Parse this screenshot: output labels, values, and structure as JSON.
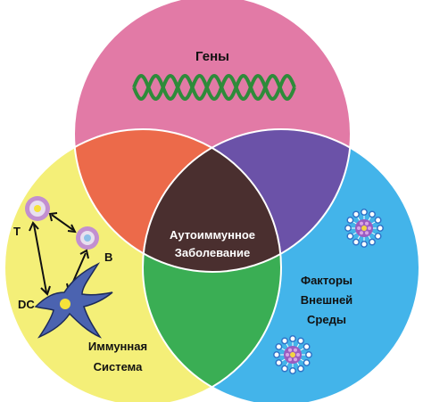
{
  "labels": {
    "genes": "Гены",
    "autoimmune_line1": "Аутоиммунное",
    "autoimmune_line2": "Заболевание",
    "factors_line1": "Факторы",
    "factors_line2": "Внешней",
    "factors_line3": "Среды",
    "immune_line1": "Иммунная",
    "immune_line2": "Система",
    "cell_t": "T",
    "cell_b": "B",
    "cell_dc": "DC"
  },
  "colors": {
    "genes_circle": "#e27aa6",
    "immune_circle": "#f4ef78",
    "environment_circle": "#43b4ea",
    "genes_immune_overlap": "#ec6a4a",
    "genes_environment_overlap": "#6b52a8",
    "immune_environment_overlap": "#3aae54",
    "center_overlap": "#4a2f2f",
    "dna_strand": "#2e8b3a",
    "cell_outer": "#c28fd0",
    "cell_inner": "#e8e0ef",
    "cell_core": "#f5e23a",
    "dc_body": "#4b63b0",
    "virus_core": "#9a5cc0",
    "virus_dot": "#2f74c8",
    "virus_center": "#f3d640"
  }
}
